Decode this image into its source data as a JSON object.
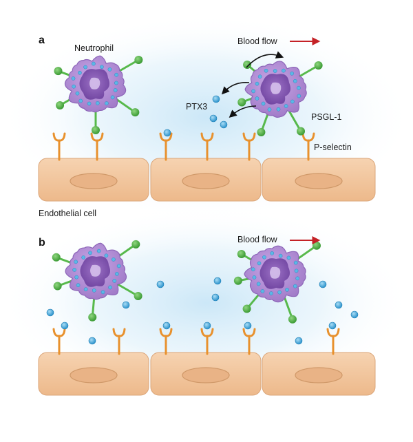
{
  "panels": [
    {
      "letter": "a",
      "labels": {
        "neutrophil": "Neutrophil",
        "blood_flow": "Blood flow",
        "ptx3": "PTX3",
        "psgl1": "PSGL-1",
        "pselectin": "P-selectin",
        "endothelial": "Endothelial cell"
      }
    },
    {
      "letter": "b",
      "labels": {
        "blood_flow": "Blood flow"
      }
    }
  ],
  "colors": {
    "neutrophil": "#b48fd4",
    "nucleus": "#8e62b8",
    "ligand": "#57b94b",
    "receptor": "#e8912d",
    "ptx3": "#3ea6dc",
    "endothelium": "#f2c59a",
    "flow_arrow": "#c42126"
  }
}
